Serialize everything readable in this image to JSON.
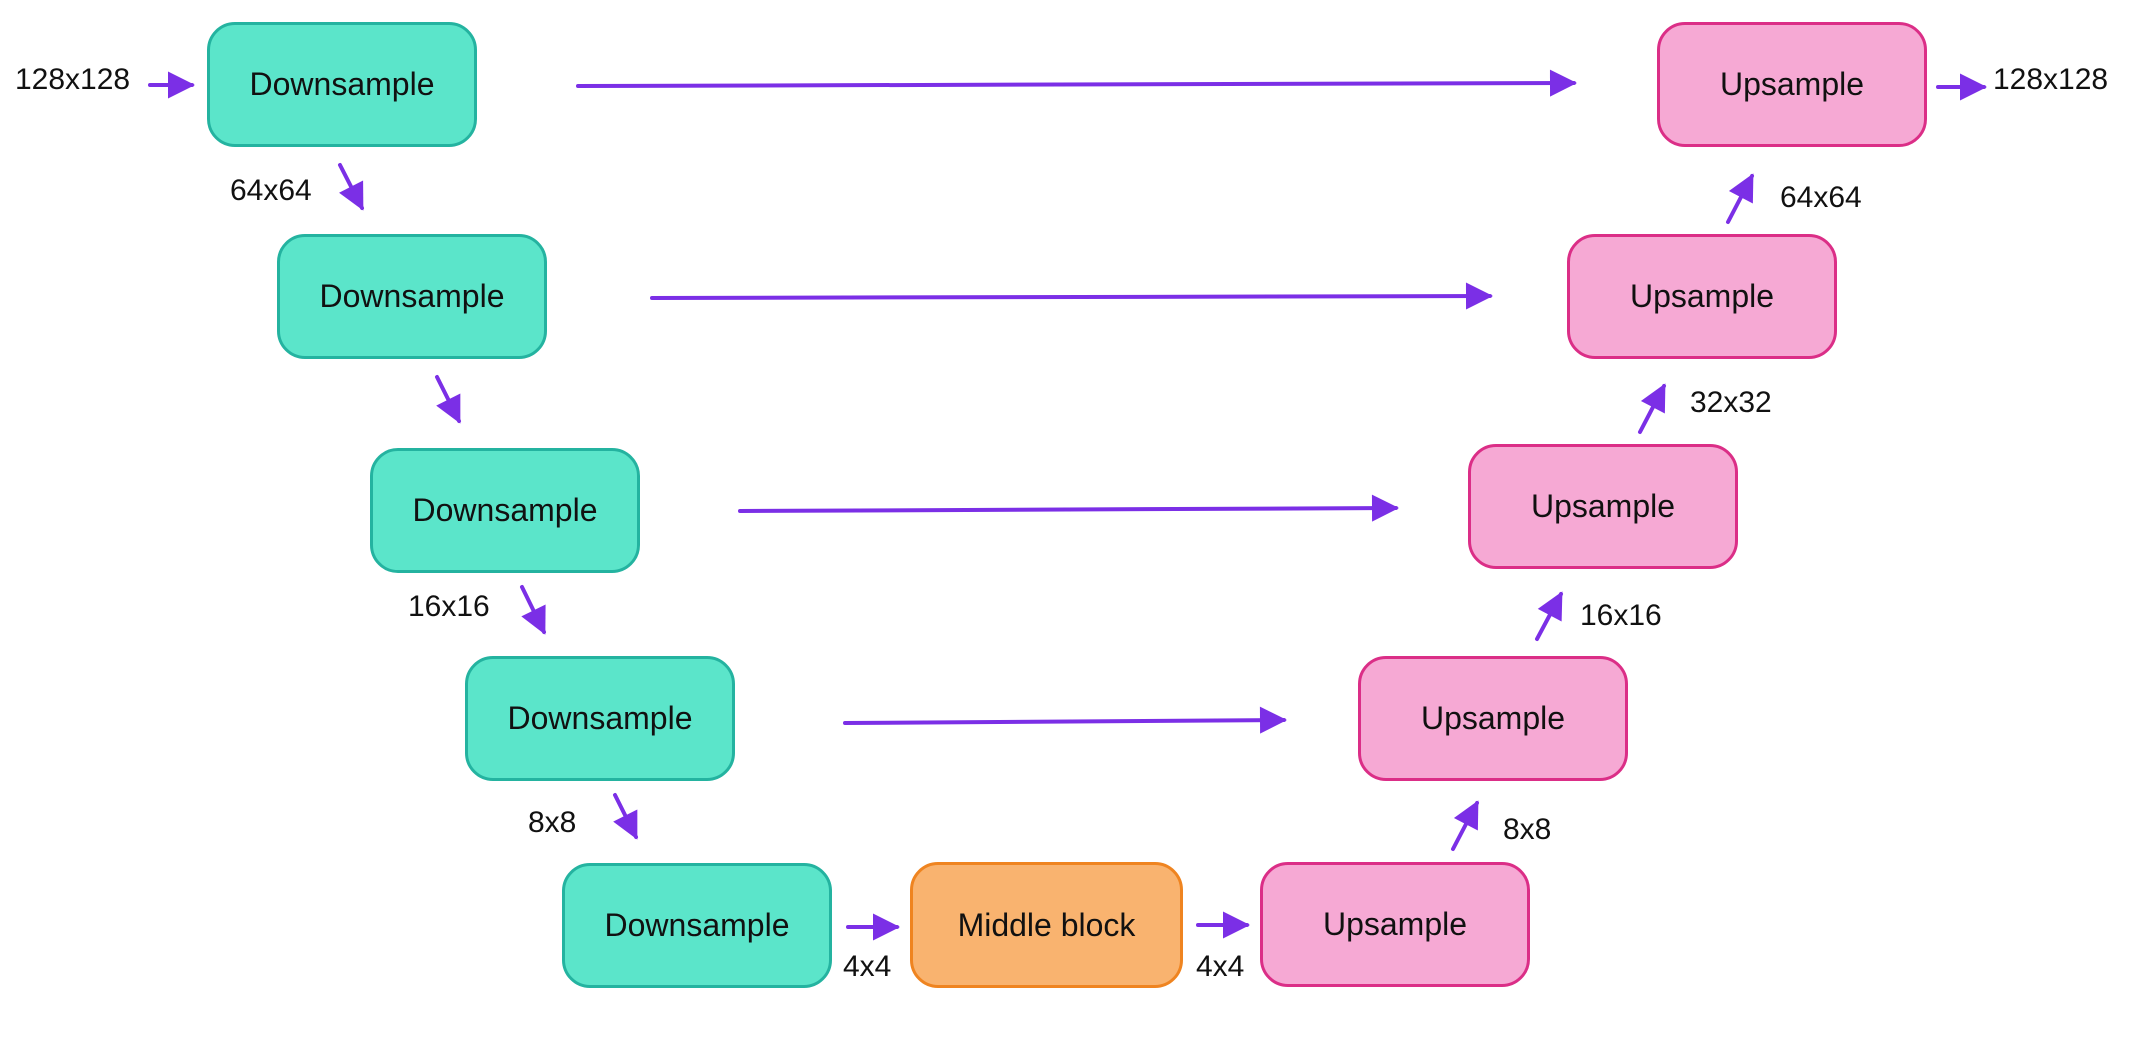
{
  "diagram": {
    "kind": "u-net-encoder-decoder-flow",
    "nodes": [
      {
        "id": "downsample-1",
        "label": "Downsample",
        "role": "encoder"
      },
      {
        "id": "downsample-2",
        "label": "Downsample",
        "role": "encoder"
      },
      {
        "id": "downsample-3",
        "label": "Downsample",
        "role": "encoder"
      },
      {
        "id": "downsample-4",
        "label": "Downsample",
        "role": "encoder"
      },
      {
        "id": "downsample-5",
        "label": "Downsample",
        "role": "encoder"
      },
      {
        "id": "middle-block",
        "label": "Middle block",
        "role": "bottleneck"
      },
      {
        "id": "upsample-5",
        "label": "Upsample",
        "role": "decoder"
      },
      {
        "id": "upsample-4",
        "label": "Upsample",
        "role": "decoder"
      },
      {
        "id": "upsample-3",
        "label": "Upsample",
        "role": "decoder"
      },
      {
        "id": "upsample-2",
        "label": "Upsample",
        "role": "decoder"
      },
      {
        "id": "upsample-1",
        "label": "Upsample",
        "role": "decoder"
      }
    ],
    "edge_labels": [
      {
        "id": "input-size",
        "text": "128x128"
      },
      {
        "id": "left-size-64",
        "text": "64x64"
      },
      {
        "id": "left-size-16",
        "text": "16x16"
      },
      {
        "id": "left-size-8",
        "text": "8x8"
      },
      {
        "id": "bottleneck-in-size",
        "text": "4x4"
      },
      {
        "id": "bottleneck-out-size",
        "text": "4x4"
      },
      {
        "id": "right-size-8",
        "text": "8x8"
      },
      {
        "id": "right-size-16",
        "text": "16x16"
      },
      {
        "id": "right-size-32",
        "text": "32x32"
      },
      {
        "id": "right-size-64",
        "text": "64x64"
      },
      {
        "id": "output-size",
        "text": "128x128"
      }
    ],
    "colors": {
      "downsample_fill": "#5BE5CA",
      "downsample_border": "#24B3A0",
      "middle_fill": "#F9B36F",
      "middle_border": "#EF8420",
      "upsample_fill": "#F6A9D4",
      "upsample_border": "#DB2E87",
      "arrow": "#7B2FE6",
      "text": "#111111",
      "background": "#FFFFFF"
    }
  }
}
